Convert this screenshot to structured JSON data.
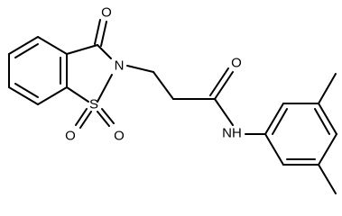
{
  "molecule": {
    "atoms": {
      "carbonyl_oxygen_ring": "O",
      "ring_nitrogen": "N",
      "sulfur": "S",
      "sulfonyl_oxygen_left": "O",
      "sulfonyl_oxygen_right": "O",
      "amide_oxygen": "O",
      "amide_nitrogen_h": "NH"
    }
  }
}
